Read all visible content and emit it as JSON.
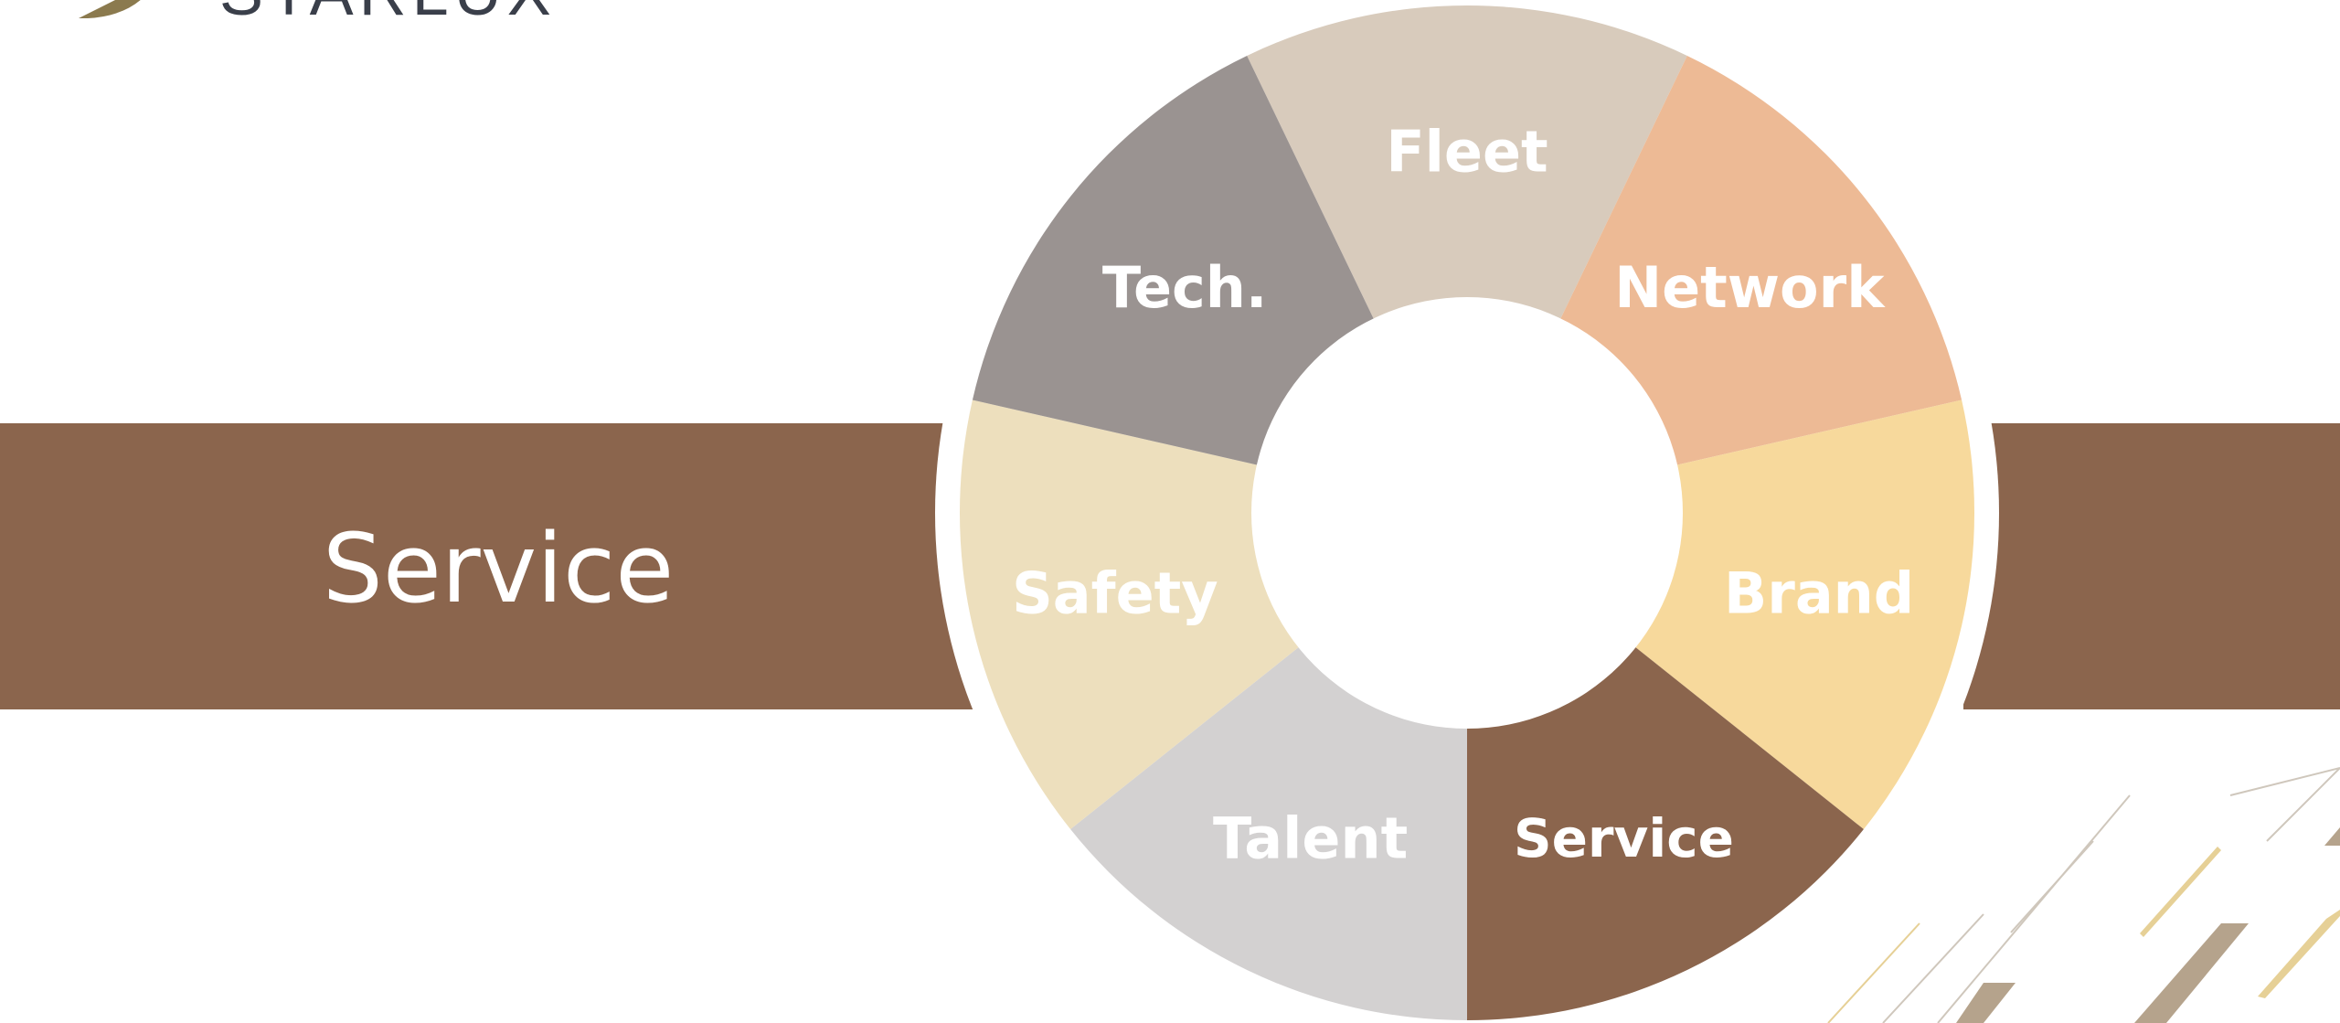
{
  "logo": {
    "text": "STARLUX",
    "text_color": "#3a3f4a",
    "mark_color": "#8b7a4e"
  },
  "band": {
    "title": "Service",
    "color": "#8b654d"
  },
  "wheel": {
    "hub_color": "#ffffff",
    "segments": [
      {
        "key": "fleet",
        "label": "Fleet",
        "color": "#d8cbbc"
      },
      {
        "key": "network",
        "label": "Network",
        "color": "#edba95"
      },
      {
        "key": "brand",
        "label": "Brand",
        "color": "#f7d99c"
      },
      {
        "key": "service",
        "label": "Service",
        "color": "#8b654d"
      },
      {
        "key": "talent",
        "label": "Talent",
        "color": "#d3d1d1"
      },
      {
        "key": "safety",
        "label": "Safety",
        "color": "#eddfbd"
      },
      {
        "key": "tech",
        "label": "Tech.",
        "color": "#9a9391"
      }
    ]
  },
  "decoration": {
    "colors": [
      "#e6d096",
      "#b5a38c",
      "#cfc7bc"
    ]
  }
}
